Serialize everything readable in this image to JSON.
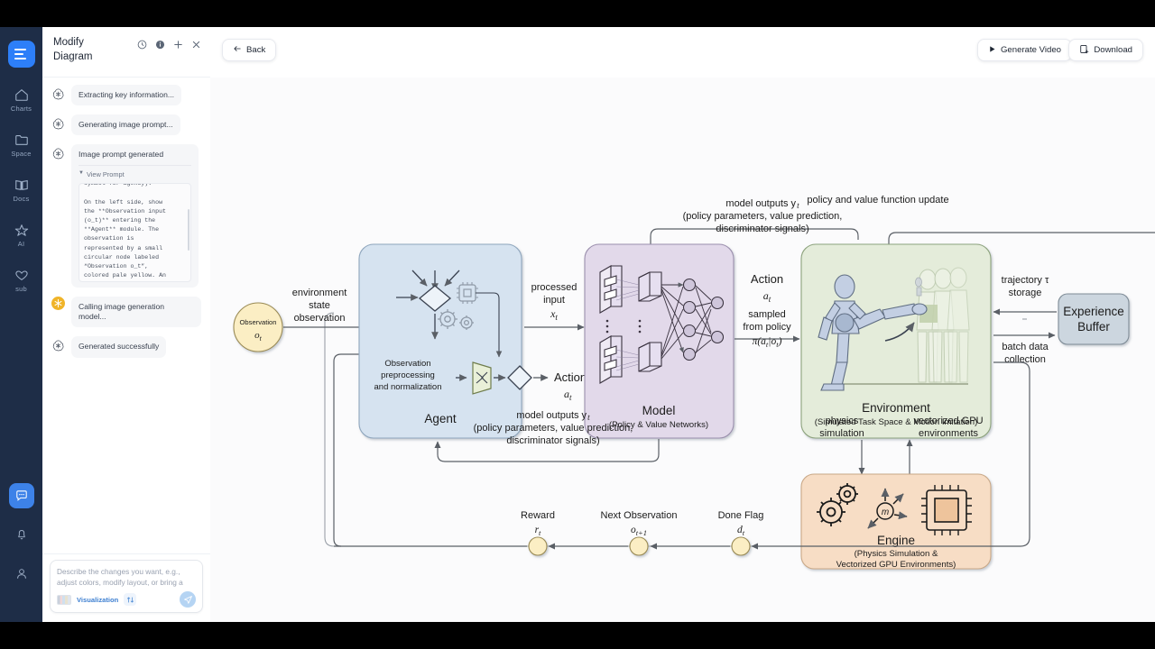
{
  "rail": {
    "logo_name": "app-logo",
    "items": [
      {
        "id": "charts",
        "label": "Charts",
        "icon": "home-icon"
      },
      {
        "id": "space",
        "label": "Space",
        "icon": "folder-icon"
      },
      {
        "id": "docs",
        "label": "Docs",
        "icon": "book-icon"
      },
      {
        "id": "ai",
        "label": "AI",
        "icon": "star-icon"
      },
      {
        "id": "sub",
        "label": "sub",
        "icon": "heart-icon"
      }
    ],
    "chat_icon": "chat-bubble-icon",
    "bell_icon": "bell-icon",
    "user_icon": "user-icon"
  },
  "panel": {
    "title": "Modify Diagram",
    "icons": [
      "history-icon",
      "info-icon",
      "plus-icon",
      "close-icon"
    ],
    "messages": [
      {
        "avatar": "openai-icon",
        "text": "Extracting key information..."
      },
      {
        "avatar": "openai-icon",
        "text": "Generating image prompt..."
      },
      {
        "avatar": "openai-icon",
        "text": "Image prompt generated"
      },
      {
        "avatar": "tool-icon",
        "text": "Calling image generation model..."
      },
      {
        "avatar": "openai-icon",
        "text": "Generated successfully"
      }
    ],
    "view_prompt_label": "View Prompt",
    "prompt_excerpt": "symbol for agency).\n\nOn the left side, show\nthe **Observation input\n(o_t)** entering the\n**Agent** module. The\nobservation is\nrepresented by a small\ncircular node labeled\n“Observation o_t”,\ncolored pale yellow. An\narrow flows from\nObservation to Agent.",
    "composer": {
      "placeholder": "Describe the changes you want, e.g., adjust colors, modify layout, or bring a new structure",
      "chip_label": "Visualization",
      "swap_icon": "swap-icon",
      "send_icon": "send-icon",
      "thumb_icon": "image-thumbnail"
    }
  },
  "toolbar": {
    "back_label": "Back",
    "back_icon": "arrow-left-icon",
    "generate_label": "Generate Video",
    "generate_icon": "play-icon",
    "download_label": "Download",
    "download_icon": "download-icon"
  },
  "diagram": {
    "nodes": {
      "observation": {
        "line1": "Observation",
        "line2": "o",
        "sub": "t",
        "color": "#fbeec4"
      },
      "agent": {
        "title": "Agent",
        "inner": [
          "Observation",
          "preprocessing",
          "and normalization"
        ],
        "color": "#d6e3f0"
      },
      "model": {
        "title": "Model",
        "subtitle": "(Policy & Value Networks)",
        "color": "#e2d9ea"
      },
      "environment": {
        "title": "Environment",
        "subtitle": "(Simulated Task Space & Motion Imitation)",
        "color": "#e4ecda"
      },
      "engine": {
        "title": "Engine",
        "subtitle1": "(Physics Simulation &",
        "subtitle2": "Vectorized GPU Environments)",
        "color": "#f7ddc5"
      },
      "buffer": {
        "line1": "Experience",
        "line2": "Buffer",
        "color": "#ccd6df"
      }
    },
    "edges": {
      "env_state": [
        "environment",
        "state",
        "observation"
      ],
      "model_outputs_top": [
        "model outputs y",
        "(policy parameters, value prediction,",
        "discriminator signals)"
      ],
      "model_outputs_bottom": [
        "model outputs y",
        "(policy parameters, value prediction,",
        "discriminator signals)"
      ],
      "policy_update": "policy and value function update",
      "processed_input": [
        "processed",
        "input",
        "x"
      ],
      "action_agent": [
        "Action",
        "a"
      ],
      "action_env": [
        "Action",
        "a",
        "sampled",
        "from policy",
        "π(a",
        "|o",
        ")"
      ],
      "trajectory": [
        "trajectory τ",
        "storage"
      ],
      "batch": [
        "batch data",
        "collection"
      ],
      "physics": [
        "physics",
        "simulation"
      ],
      "vectorized": [
        "vectorized GPU",
        "environments"
      ]
    },
    "feedback": [
      {
        "label": "Reward",
        "symbol": "r",
        "sub": "t"
      },
      {
        "label": "Next Observation",
        "symbol": "o",
        "sub": "t+1"
      },
      {
        "label": "Done Flag",
        "symbol": "d",
        "sub": "t"
      }
    ]
  }
}
